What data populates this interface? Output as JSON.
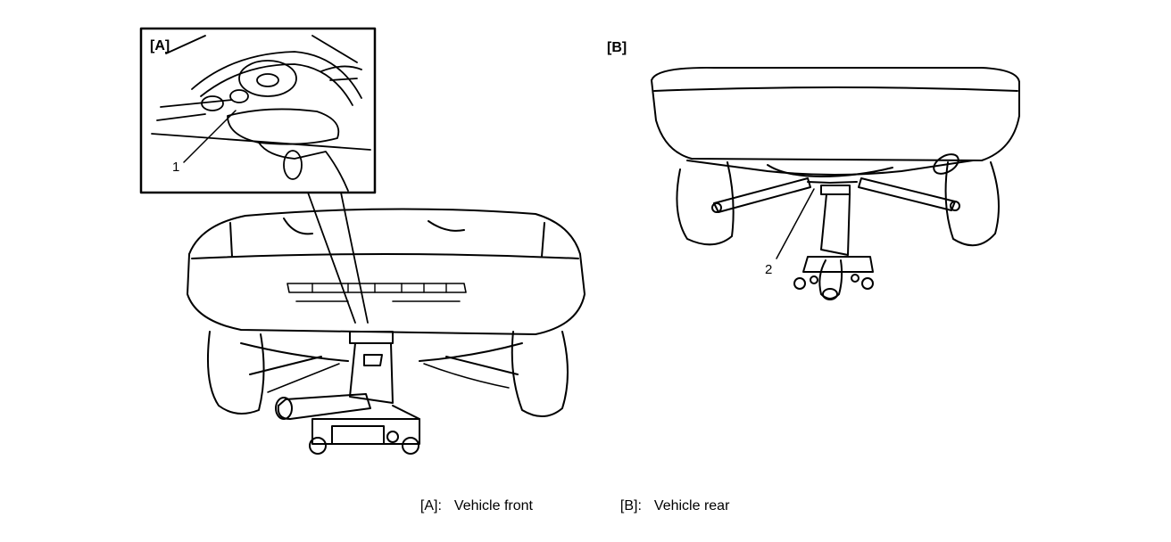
{
  "panels": [
    {
      "id": "A",
      "label": "[A]",
      "caption_key": "[A]:",
      "caption": "Vehicle front"
    },
    {
      "id": "B",
      "label": "[B]",
      "caption_key": "[B]:",
      "caption": "Vehicle rear"
    }
  ],
  "callouts": [
    "1",
    "2"
  ],
  "icons": {
    "front": "vehicle-front-jack-icon",
    "rear": "vehicle-rear-jack-icon",
    "inset": "jack-point-detail-icon"
  }
}
